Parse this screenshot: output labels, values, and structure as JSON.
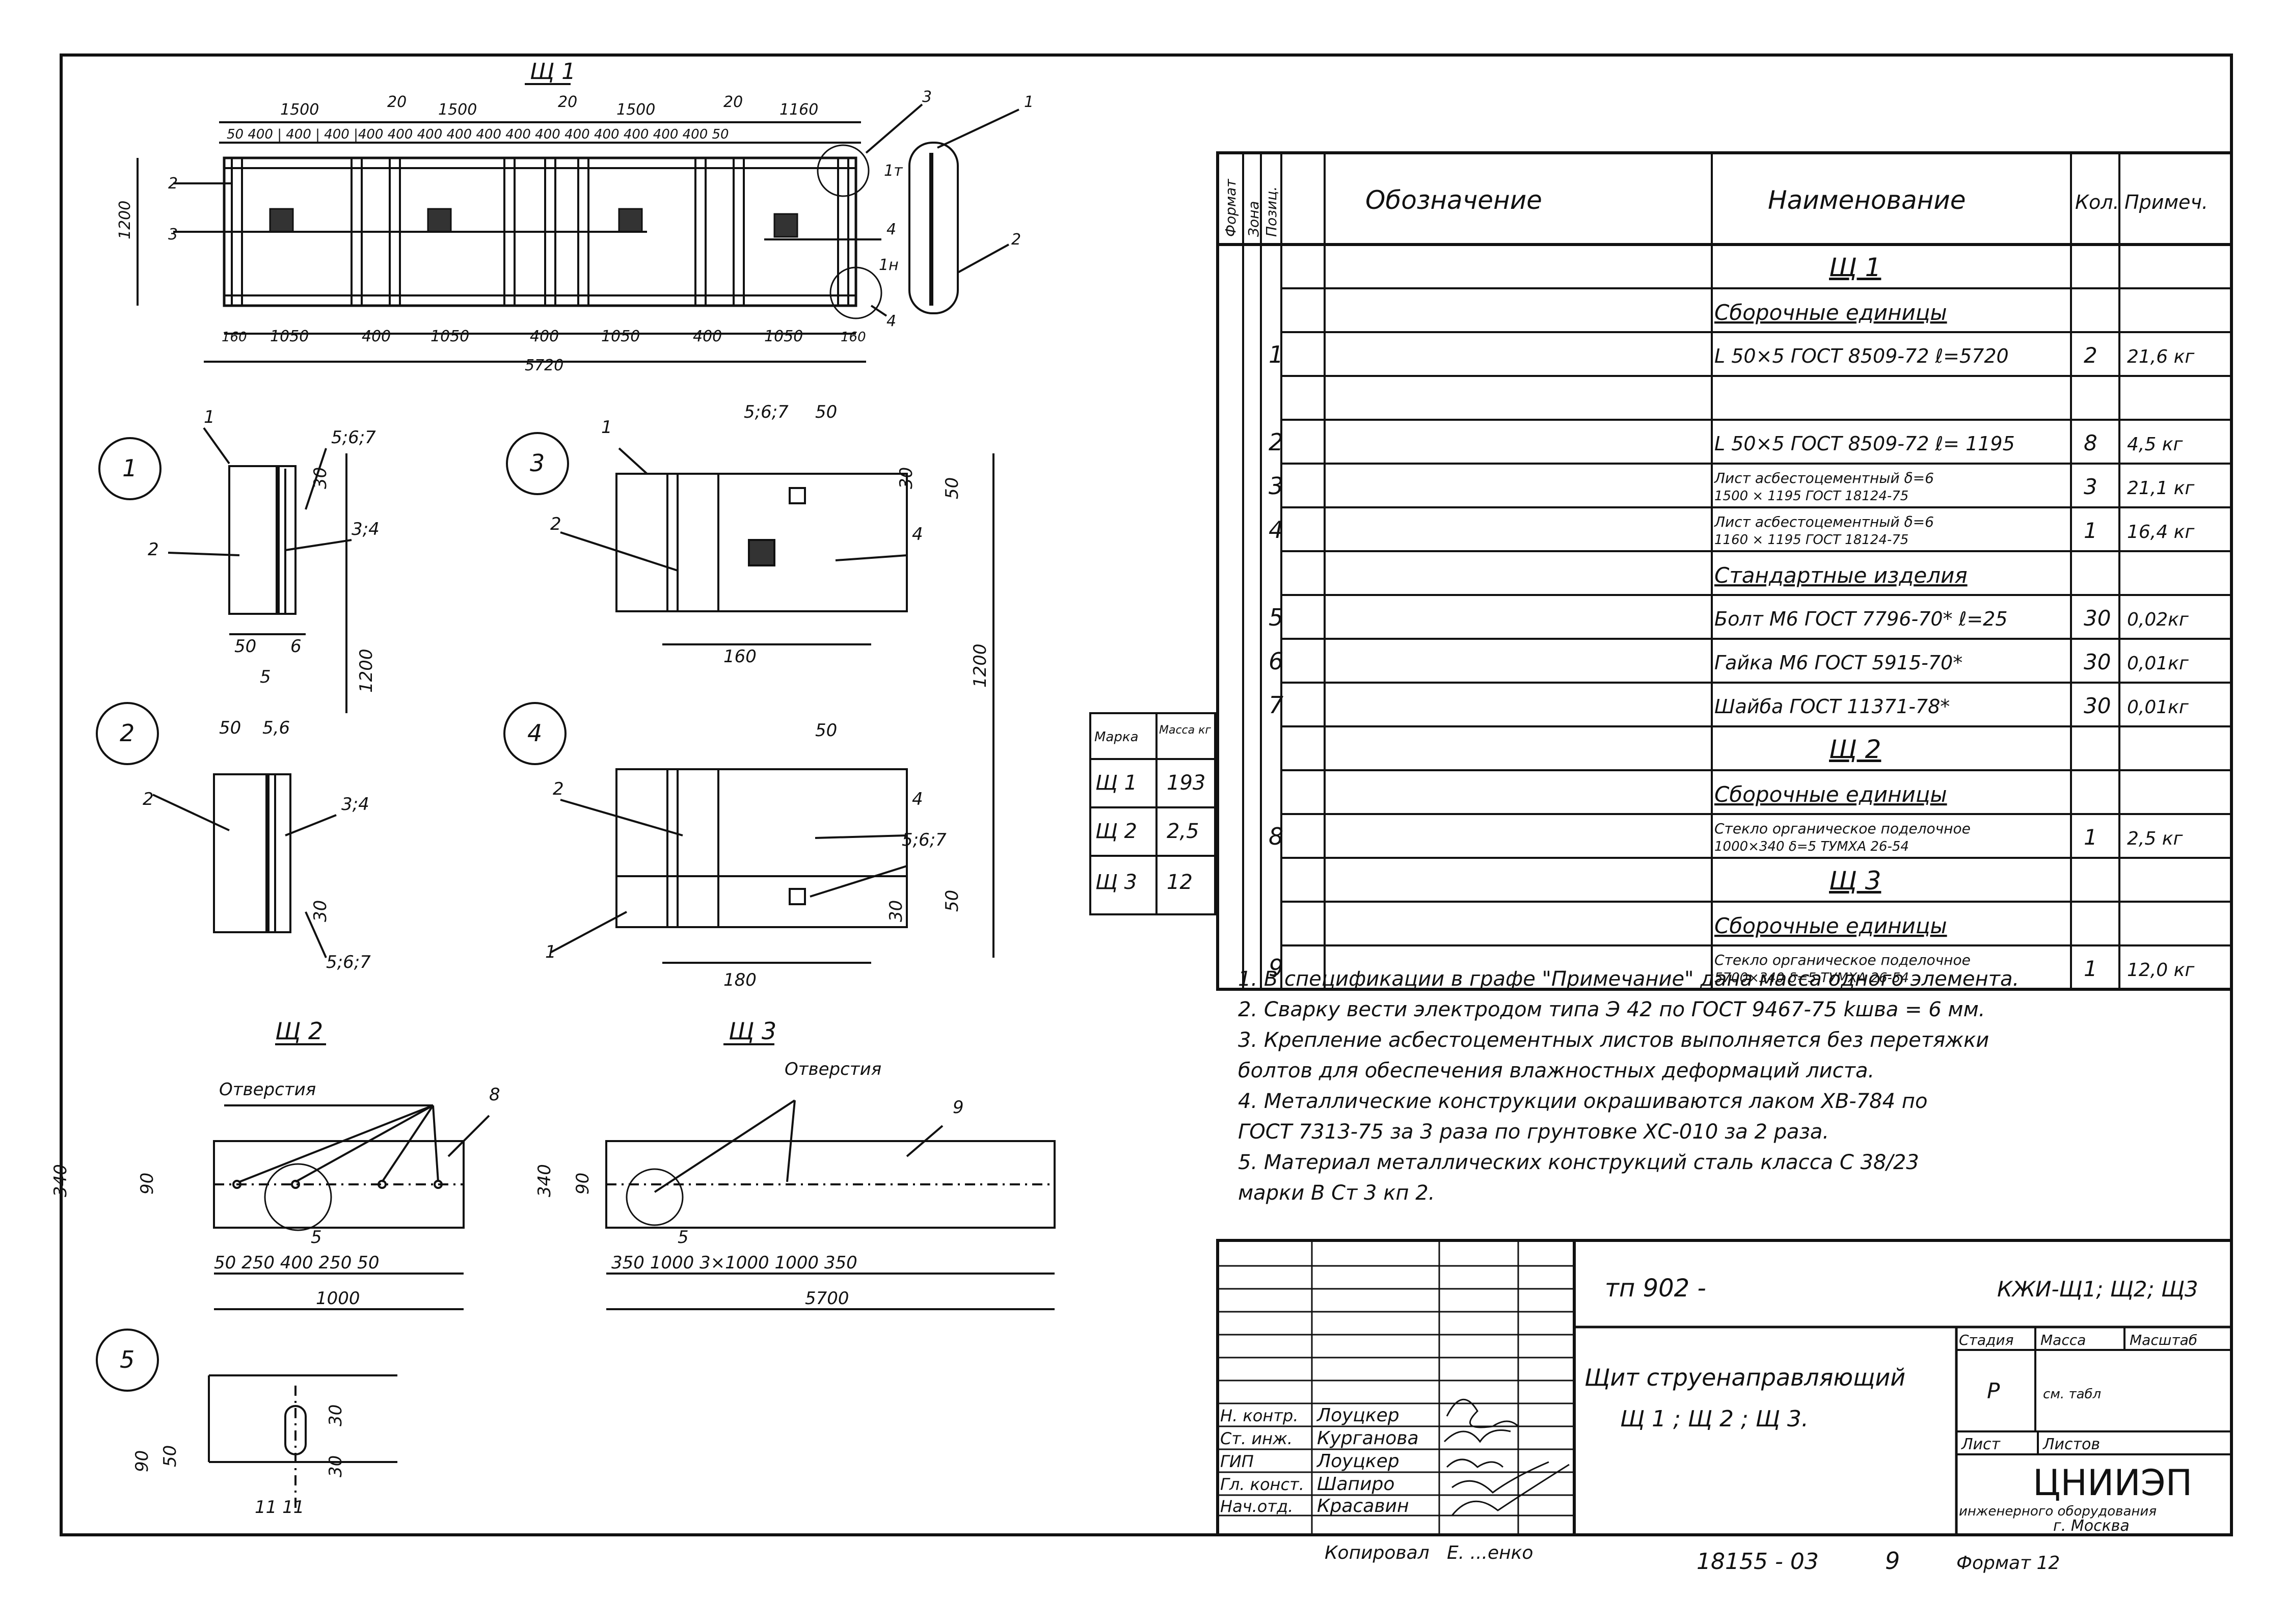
{
  "views": {
    "sh1_title": "Щ 1",
    "sh2_title": "Щ 2",
    "sh3_title": "Щ 3",
    "sh1_top_dims": [
      "50",
      "400",
      "400",
      "400",
      "1500",
      "20",
      "400",
      "400",
      "400",
      "400",
      "1500",
      "20",
      "400",
      "400",
      "400",
      "1500",
      "20",
      "400",
      "400",
      "400",
      "1160",
      "50"
    ],
    "sh1_bot_dims": [
      "160",
      "1050",
      "400",
      "1050",
      "400",
      "1050",
      "400",
      "1050",
      "160"
    ],
    "sh1_total": "5720",
    "sh1_height": "1200",
    "callouts": [
      "1",
      "2",
      "3",
      "4",
      "5"
    ],
    "pos_labels": [
      "1",
      "2",
      "3",
      "4",
      "1т",
      "1н",
      "3",
      "4",
      "5;6;7",
      "3;4",
      "2",
      "30",
      "50",
      "6",
      "5",
      "5,6",
      "1200",
      "160",
      "180",
      "5;6;7",
      "30",
      "50"
    ],
    "holes_label": "Отверстия",
    "sh2_dims": [
      "340",
      "90",
      "50",
      "250",
      "400",
      "250",
      "50",
      "1000",
      "8",
      "5"
    ],
    "sh3_dims": [
      "340",
      "90",
      "350",
      "1000",
      "3×1000",
      "1000",
      "350",
      "5700",
      "9",
      "5"
    ],
    "d5_dims": [
      "90",
      "50",
      "30",
      "30",
      "11",
      "11"
    ]
  },
  "spec": {
    "headers": {
      "format": "Формат",
      "zone": "Зона",
      "pos": "Позиц.",
      "designation": "Обозначение",
      "name": "Наименование",
      "qty": "Кол.",
      "note": "Примеч."
    },
    "rows": [
      {
        "pos": "",
        "name": "Щ 1",
        "qty": "",
        "note": "",
        "style": "group"
      },
      {
        "pos": "",
        "name": "Сборочные единицы",
        "qty": "",
        "note": "",
        "style": "section"
      },
      {
        "pos": "1",
        "name": "L 50×5 ГОСТ 8509-72 ℓ=5720",
        "qty": "2",
        "note": "21,6 кг",
        "style": ""
      },
      {
        "pos": "",
        "name": "",
        "qty": "",
        "note": "",
        "style": ""
      },
      {
        "pos": "2",
        "name": "L 50×5 ГОСТ 8509-72 ℓ= 1195",
        "qty": "8",
        "note": "4,5 кг",
        "style": ""
      },
      {
        "pos": "3",
        "name": "Лист асбестоцементный δ=6",
        "name2": "1500 × 1195 ГОСТ 18124-75",
        "qty": "3",
        "note": "21,1 кг",
        "style": "small"
      },
      {
        "pos": "4",
        "name": "Лист асбестоцементный δ=6",
        "name2": "1160 × 1195 ГОСТ 18124-75",
        "qty": "1",
        "note": "16,4 кг",
        "style": "small"
      },
      {
        "pos": "",
        "name": "Стандартные изделия",
        "qty": "",
        "note": "",
        "style": "section"
      },
      {
        "pos": "5",
        "name": "Болт М6 ГОСТ 7796-70* ℓ=25",
        "qty": "30",
        "note": "0,02кг",
        "style": ""
      },
      {
        "pos": "6",
        "name": "Гайка М6 ГОСТ 5915-70*",
        "qty": "30",
        "note": "0,01кг",
        "style": ""
      },
      {
        "pos": "7",
        "name": "Шайба ГОСТ 11371-78*",
        "qty": "30",
        "note": "0,01кг",
        "style": ""
      },
      {
        "pos": "",
        "name": "Щ 2",
        "qty": "",
        "note": "",
        "style": "group"
      },
      {
        "pos": "",
        "name": "Сборочные единицы",
        "qty": "",
        "note": "",
        "style": "section"
      },
      {
        "pos": "8",
        "name": "Стекло органическое поделочное",
        "name2": "1000×340 δ=5 ТУМХА 26-54",
        "qty": "1",
        "note": "2,5 кг",
        "style": "small"
      },
      {
        "pos": "",
        "name": "Щ 3",
        "qty": "",
        "note": "",
        "style": "group"
      },
      {
        "pos": "",
        "name": "Сборочные единицы",
        "qty": "",
        "note": "",
        "style": "section"
      },
      {
        "pos": "9",
        "name": "Стекло органическое поделочное",
        "name2": "5700×340 δ=5 ТУМХА 26-54",
        "qty": "1",
        "note": "12,0 кг",
        "style": "small"
      }
    ]
  },
  "mass_table": {
    "headers": [
      "Марка",
      "Масса кг"
    ],
    "rows": [
      [
        "Щ 1",
        "193"
      ],
      [
        "Щ 2",
        "2,5"
      ],
      [
        "Щ 3",
        "12"
      ]
    ]
  },
  "notes": [
    "1. В спецификации в графе \"Примечание\" дана масса одного элемента.",
    "2. Сварку вести электродом типа Э 42 по ГОСТ 9467-75  kшва = 6 мм.",
    "3. Крепление асбестоцементных листов выполняется без перетяжки",
    "    болтов для обеспечения влажностных деформаций листа.",
    "4. Металлические конструкции окрашиваются лаком ХВ-784 по",
    "    ГОСТ 7313-75 за 3 раза  по грунтовке ХС-010 за 2 раза.",
    "5. Материал металлических конструкций сталь класса С 38/23",
    "    марки В Ст 3 кп 2."
  ],
  "stamp": {
    "project": "тп 902 -",
    "code": "КЖИ-Щ1; Щ2; Щ3",
    "title1": "Щит струенаправляющий",
    "title2": "Щ 1 ; Щ 2 ; Щ 3.",
    "stage_h": "Стадия",
    "mass_h": "Масса",
    "scale_h": "Масштаб",
    "stage": "Р",
    "mass": "см. табл",
    "sheet_h": "Лист",
    "sheets_h": "Листов",
    "org1": "ЦНИИЭП",
    "org2": "инженерного оборудования",
    "org3": "г. Москва",
    "people": [
      [
        "Н. контр.",
        "Лоуцкер"
      ],
      [
        "Ст. инж.",
        "Курганова"
      ],
      [
        "ГИП",
        "Лоуцкер"
      ],
      [
        "Гл. конст.",
        "Шапиро"
      ],
      [
        "Нач.отд.",
        "Красавин"
      ]
    ],
    "copied": "Копировал",
    "copied_by": "Е. ...енко",
    "inv": "18155 - 03",
    "sheet_no": "9",
    "format": "Формат 12"
  }
}
